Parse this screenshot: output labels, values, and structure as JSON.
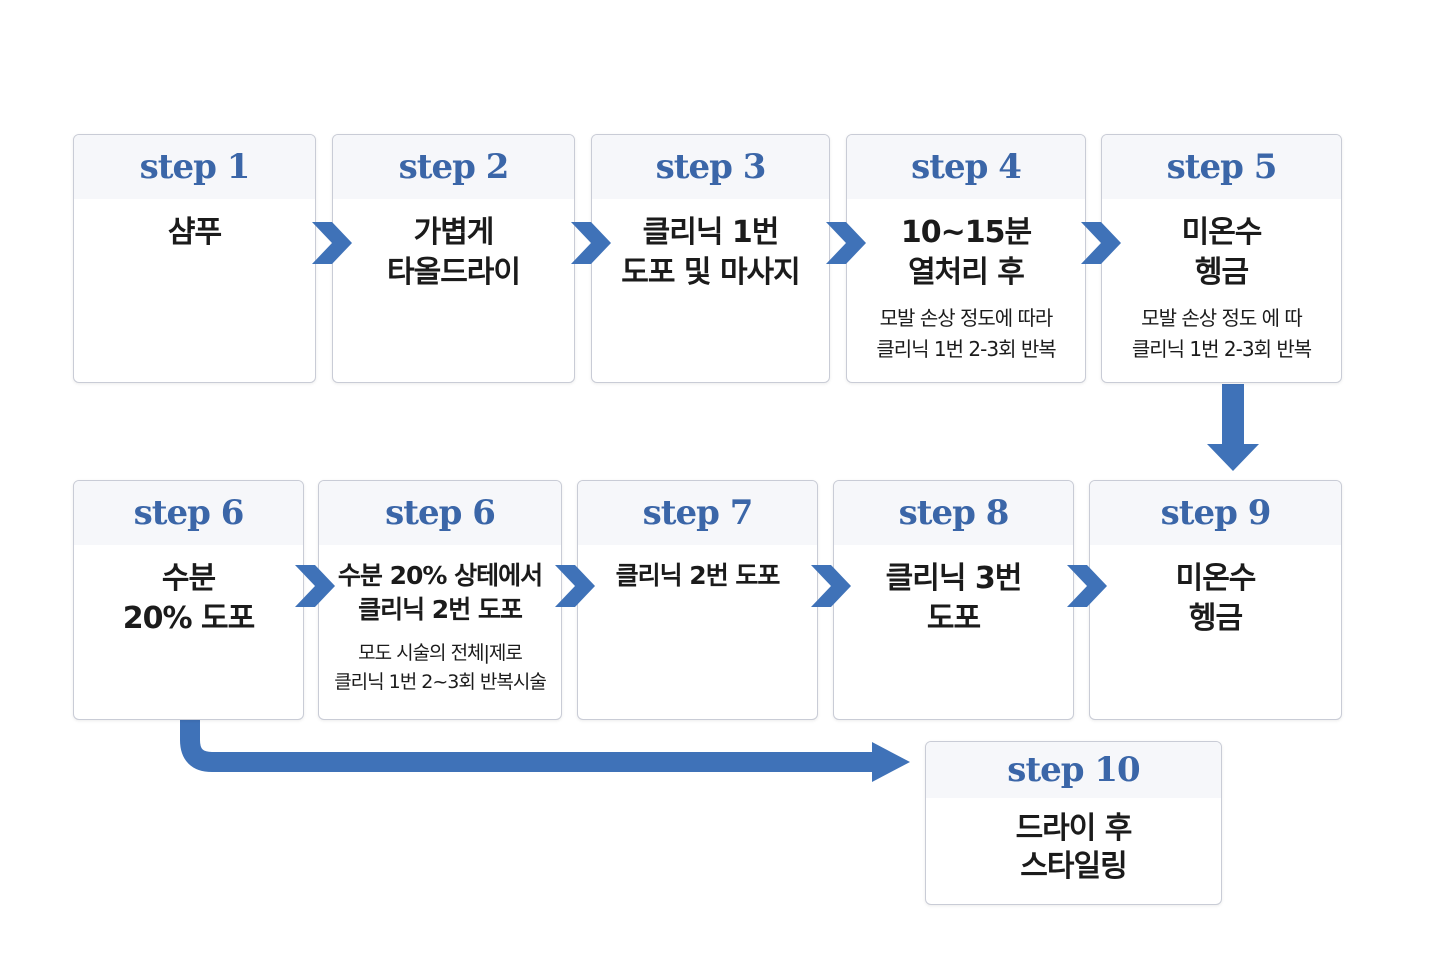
{
  "colors": {
    "accent": "#3b66a8",
    "arrow": "#3f72b8",
    "card_border": "#c9ccd6",
    "card_head": "#f6f7fa"
  },
  "steps": [
    {
      "label": "step 1",
      "title": [
        "샴푸"
      ],
      "note": []
    },
    {
      "label": "step 2",
      "title": [
        "가볍게",
        "타올드라이"
      ],
      "note": []
    },
    {
      "label": "step 3",
      "title": [
        "클리닉 1번",
        "도포 및 마사지"
      ],
      "note": []
    },
    {
      "label": "step 4",
      "title": [
        "10~15분",
        "열처리 후"
      ],
      "note": [
        "모발 손상 정도에 따라",
        "클리닉 1번 2-3회 반복"
      ]
    },
    {
      "label": "step 5",
      "title": [
        "미온수",
        "헹금"
      ],
      "note": [
        "모발 손상 정도 에 따",
        "클리닉 1번 2-3회 반복"
      ]
    },
    {
      "label": "step 6",
      "title": [
        "수분",
        "20% 도포"
      ],
      "note": []
    },
    {
      "label": "step 6",
      "title": [
        "수분 20% 상테에서",
        "클리닉 2번 도포"
      ],
      "note": [
        "모도 시술의 전체|제로",
        "클리닉 1번 2~3회 반복시술"
      ]
    },
    {
      "label": "step 7",
      "title": [
        "클리닉 2번 도포"
      ],
      "note": []
    },
    {
      "label": "step 8",
      "title": [
        "클리닉 3번",
        "도포"
      ],
      "note": []
    },
    {
      "label": "step 9",
      "title": [
        "미온수",
        "헹금"
      ],
      "note": []
    },
    {
      "label": "step 10",
      "title": [
        "드라이 후",
        "스타일링"
      ],
      "note": []
    }
  ]
}
